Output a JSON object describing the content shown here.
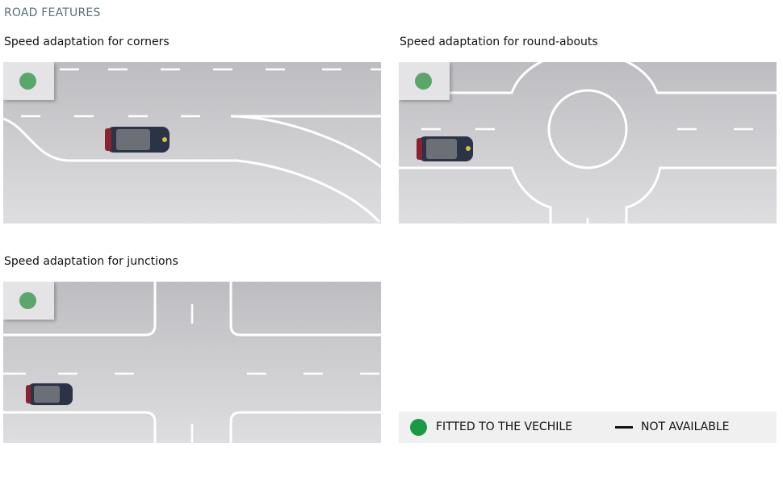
{
  "section_title": "ROAD FEATURES",
  "features": [
    {
      "title": "Speed adaptation for corners",
      "status": "fitted"
    },
    {
      "title": "Speed adaptation for round-abouts",
      "status": "fitted"
    },
    {
      "title": "Speed adaptation for junctions",
      "status": "fitted"
    }
  ],
  "legend": {
    "fitted_label": "FITTED TO THE VECHILE",
    "not_available_label": "NOT AVAILABLE"
  },
  "colors": {
    "fitted_dot": "#5ba66b",
    "legend_dot": "#1a9a45",
    "road": "#c3c3c6",
    "title_accent": "#5a6f7a"
  },
  "icons": [
    "green-dot-icon",
    "dash-icon",
    "car-icon"
  ]
}
